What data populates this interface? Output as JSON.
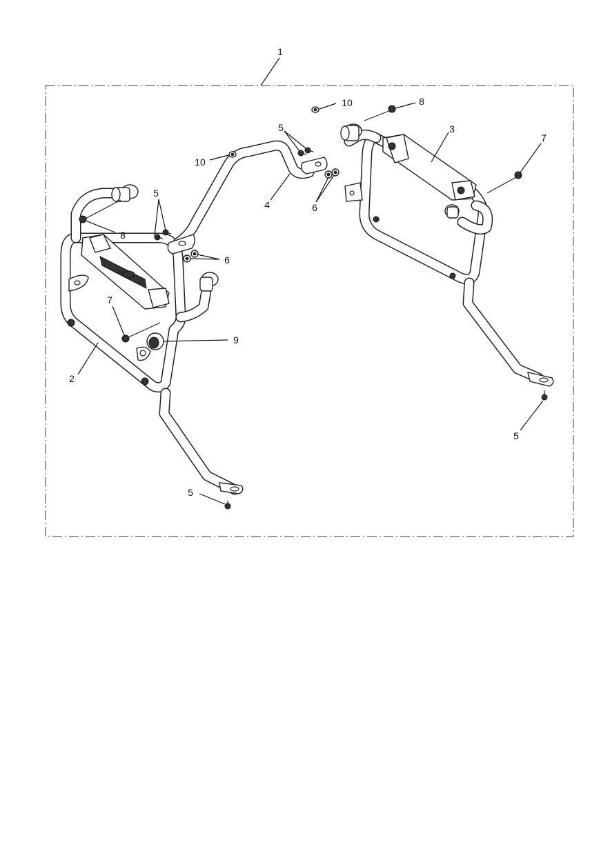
{
  "callouts": [
    {
      "id": "c1",
      "label": "1"
    },
    {
      "id": "c2",
      "label": "2"
    },
    {
      "id": "c3",
      "label": "3"
    },
    {
      "id": "c4",
      "label": "4"
    },
    {
      "id": "c5a",
      "label": "5"
    },
    {
      "id": "c5b",
      "label": "5"
    },
    {
      "id": "c5c",
      "label": "5"
    },
    {
      "id": "c5d",
      "label": "5"
    },
    {
      "id": "c6a",
      "label": "6"
    },
    {
      "id": "c6b",
      "label": "6"
    },
    {
      "id": "c7a",
      "label": "7"
    },
    {
      "id": "c7b",
      "label": "7"
    },
    {
      "id": "c8a",
      "label": "8"
    },
    {
      "id": "c8b",
      "label": "8"
    },
    {
      "id": "c9",
      "label": "9"
    },
    {
      "id": "c10a",
      "label": "10"
    },
    {
      "id": "c10b",
      "label": "10"
    }
  ]
}
